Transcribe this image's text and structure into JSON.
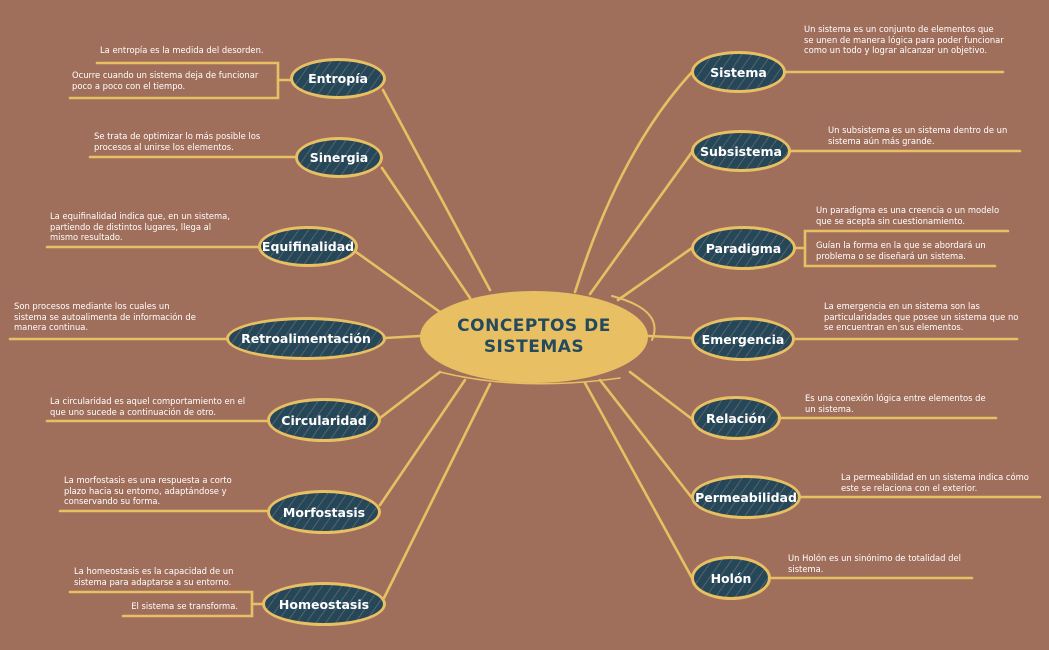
{
  "colors": {
    "background": "#a06f5c",
    "line": "#e8c063",
    "node_fill": "#24475a",
    "center_fill": "#e8c063",
    "center_text": "#254a5c",
    "text": "#ffffff"
  },
  "center": {
    "title": "CONCEPTOS DE SISTEMAS",
    "line1": "CONCEPTOS DE",
    "line2": "SISTEMAS"
  },
  "left": [
    {
      "label": "Entropía",
      "descriptions": [
        "La entropía es la medida del desorden.",
        "Ocurre cuando un sistema deja de funcionar poco a poco con el tiempo."
      ]
    },
    {
      "label": "Sinergia",
      "descriptions": [
        "Se trata de optimizar lo más posible los procesos al unirse los elementos."
      ]
    },
    {
      "label": "Equifinalidad",
      "descriptions": [
        "La equifinalidad indica que, en un sistema, partiendo de distintos lugares, llega al mismo resultado."
      ]
    },
    {
      "label": "Retroalimentación",
      "descriptions": [
        "Son procesos mediante los cuales un sistema se autoalimenta de información de manera continua."
      ]
    },
    {
      "label": "Circularidad",
      "descriptions": [
        "La circularidad es aquel comportamiento en el que uno sucede a continuación de otro."
      ]
    },
    {
      "label": "Morfostasis",
      "descriptions": [
        "La morfostasis es una respuesta a corto plazo hacia su entorno, adaptándose y conservando su forma."
      ]
    },
    {
      "label": "Homeostasis",
      "descriptions": [
        "La homeostasis es la capacidad de un sistema para adaptarse a su entorno.",
        "El sistema se transforma."
      ]
    }
  ],
  "right": [
    {
      "label": "Sistema",
      "descriptions": [
        "Un sistema es un conjunto de elementos que se unen de manera lógica para poder funcionar como un todo y lograr alcanzar un objetivo."
      ]
    },
    {
      "label": "Subsistema",
      "descriptions": [
        "Un subsistema es un sistema dentro de un sistema aún más grande."
      ]
    },
    {
      "label": "Paradigma",
      "descriptions": [
        "Un paradigma es una creencia o un modelo que se acepta sin cuestionamiento.",
        "Guían la forma en la que se abordará un problema o se diseñará un sistema."
      ]
    },
    {
      "label": "Emergencia",
      "descriptions": [
        "La emergencia en un sistema son las particularidades que posee un sistema que no se encuentran en sus elementos."
      ]
    },
    {
      "label": "Relación",
      "descriptions": [
        "Es una conexión lógica entre elementos de un sistema."
      ]
    },
    {
      "label": "Permeabilidad",
      "descriptions": [
        "La permeabilidad en un sistema indica cómo este se relaciona con el exterior."
      ]
    },
    {
      "label": "Holón",
      "descriptions": [
        "Un Holón es un sinónimo de totalidad del sistema."
      ]
    }
  ]
}
